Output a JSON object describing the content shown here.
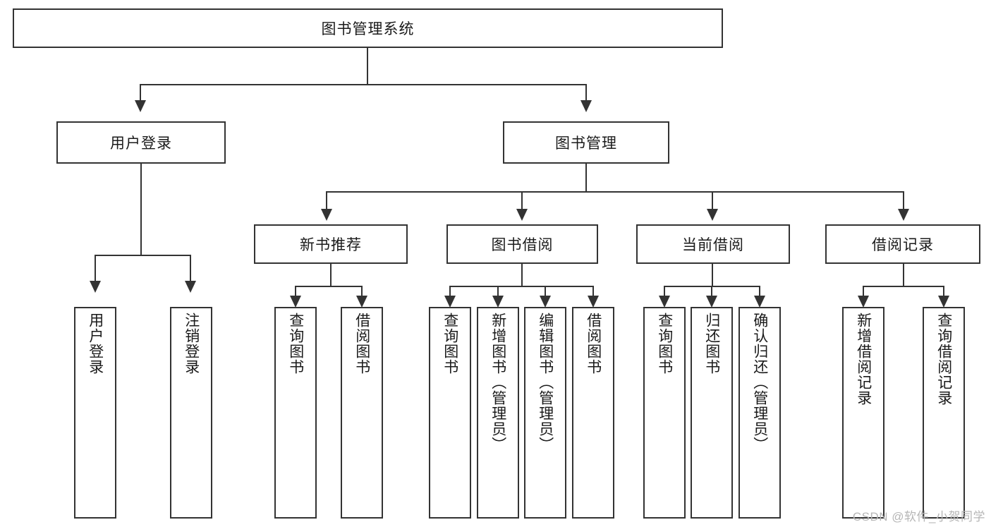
{
  "diagram": {
    "title": "图书管理系统",
    "type": "function-structure-tree",
    "root": {
      "label": "图书管理系统"
    },
    "level1": [
      {
        "label": "用户登录"
      },
      {
        "label": "图书管理"
      }
    ],
    "level2": [
      {
        "label": "新书推荐",
        "parent": "图书管理"
      },
      {
        "label": "图书借阅",
        "parent": "图书管理"
      },
      {
        "label": "当前借阅",
        "parent": "图书管理"
      },
      {
        "label": "借阅记录",
        "parent": "图书管理"
      }
    ],
    "leaves": {
      "user_login": [
        {
          "label": "用户登录"
        },
        {
          "label": "注销登录"
        }
      ],
      "new_book_recommend": [
        {
          "label": "查询图书"
        },
        {
          "label": "借阅图书"
        }
      ],
      "book_borrow": [
        {
          "label": "查询图书"
        },
        {
          "label": "新增图书（管理员）"
        },
        {
          "label": "编辑图书（管理员）"
        },
        {
          "label": "借阅图书"
        }
      ],
      "current_borrow": [
        {
          "label": "查询图书"
        },
        {
          "label": "归还图书"
        },
        {
          "label": "确认归还（管理员）"
        }
      ],
      "borrow_record": [
        {
          "label": "新增借阅记录"
        },
        {
          "label": "查询借阅记录"
        }
      ]
    }
  },
  "watermark": {
    "text": "CSDN @软件_小贺同学"
  },
  "colors": {
    "border": "#333333",
    "fill": "#ffffff",
    "text": "#1a1a1a",
    "watermark": "#b6b6b6"
  }
}
